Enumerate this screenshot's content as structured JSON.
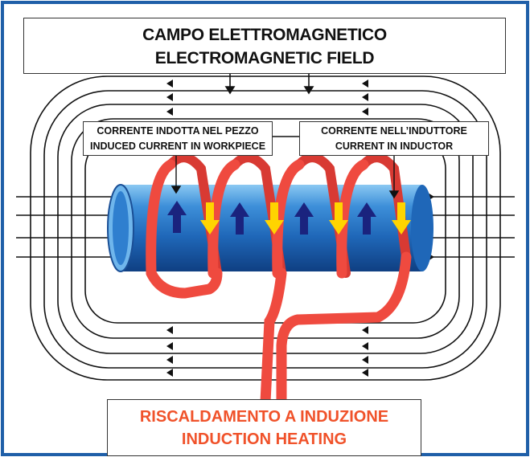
{
  "title": {
    "line1": "CAMPO ELETTROMAGNETICO",
    "line2": "ELECTROMAGNETIC FIELD"
  },
  "left_label": {
    "line1": "CORRENTE INDOTTA NEL PEZZO",
    "line2": "INDUCED CURRENT IN WORKPIECE"
  },
  "right_label": {
    "line1": "CORRENTE NELL’INDUTTORE",
    "line2": "CURRENT IN INDUCTOR"
  },
  "bottom": {
    "line1": "RISCALDAMENTO A INDUZIONE",
    "line2": "INDUCTION HEATING"
  },
  "colors": {
    "border": "#1f5fa8",
    "coil": "#e8423a",
    "workpiece": "#2a7fd0",
    "current_arrow": "#1a237e",
    "coil_arrow": "#ffd400",
    "field_line": "#111111",
    "accent_text": "#f0522a"
  }
}
